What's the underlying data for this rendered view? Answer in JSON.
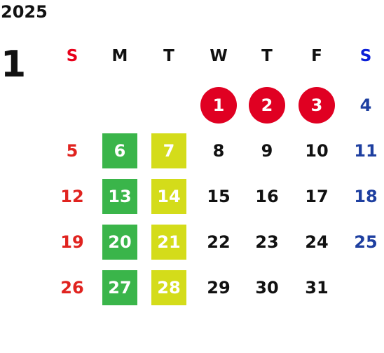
{
  "calendar": {
    "year": "2025",
    "month": "1",
    "colors": {
      "sunday": "#e0231f",
      "saturday": "#1e3fa0",
      "weekday": "#111111",
      "holiday_bg": "#e00022",
      "monday_bg": "#3ab54a",
      "tuesday_bg": "#d4dc1a"
    },
    "weekday_headers": [
      {
        "label": "S",
        "color": "#e8001a"
      },
      {
        "label": "M",
        "color": "#111111"
      },
      {
        "label": "T",
        "color": "#111111"
      },
      {
        "label": "W",
        "color": "#111111"
      },
      {
        "label": "T",
        "color": "#111111"
      },
      {
        "label": "F",
        "color": "#111111"
      },
      {
        "label": "S",
        "color": "#0a1fd8"
      }
    ],
    "weeks": [
      [
        null,
        null,
        null,
        {
          "day": "1",
          "style": "holiday"
        },
        {
          "day": "2",
          "style": "holiday"
        },
        {
          "day": "3",
          "style": "holiday"
        },
        {
          "day": "4",
          "style": "saturday"
        }
      ],
      [
        {
          "day": "5",
          "style": "sunday"
        },
        {
          "day": "6",
          "style": "monday"
        },
        {
          "day": "7",
          "style": "tuesday"
        },
        {
          "day": "8",
          "style": "weekday"
        },
        {
          "day": "9",
          "style": "weekday"
        },
        {
          "day": "10",
          "style": "weekday"
        },
        {
          "day": "11",
          "style": "saturday"
        }
      ],
      [
        {
          "day": "12",
          "style": "sunday"
        },
        {
          "day": "13",
          "style": "monday"
        },
        {
          "day": "14",
          "style": "tuesday"
        },
        {
          "day": "15",
          "style": "weekday"
        },
        {
          "day": "16",
          "style": "weekday"
        },
        {
          "day": "17",
          "style": "weekday"
        },
        {
          "day": "18",
          "style": "saturday"
        }
      ],
      [
        {
          "day": "19",
          "style": "sunday"
        },
        {
          "day": "20",
          "style": "monday"
        },
        {
          "day": "21",
          "style": "tuesday"
        },
        {
          "day": "22",
          "style": "weekday"
        },
        {
          "day": "23",
          "style": "weekday"
        },
        {
          "day": "24",
          "style": "weekday"
        },
        {
          "day": "25",
          "style": "saturday"
        }
      ],
      [
        {
          "day": "26",
          "style": "sunday"
        },
        {
          "day": "27",
          "style": "monday"
        },
        {
          "day": "28",
          "style": "tuesday"
        },
        {
          "day": "29",
          "style": "weekday"
        },
        {
          "day": "30",
          "style": "weekday"
        },
        {
          "day": "31",
          "style": "weekday"
        },
        null
      ]
    ]
  }
}
